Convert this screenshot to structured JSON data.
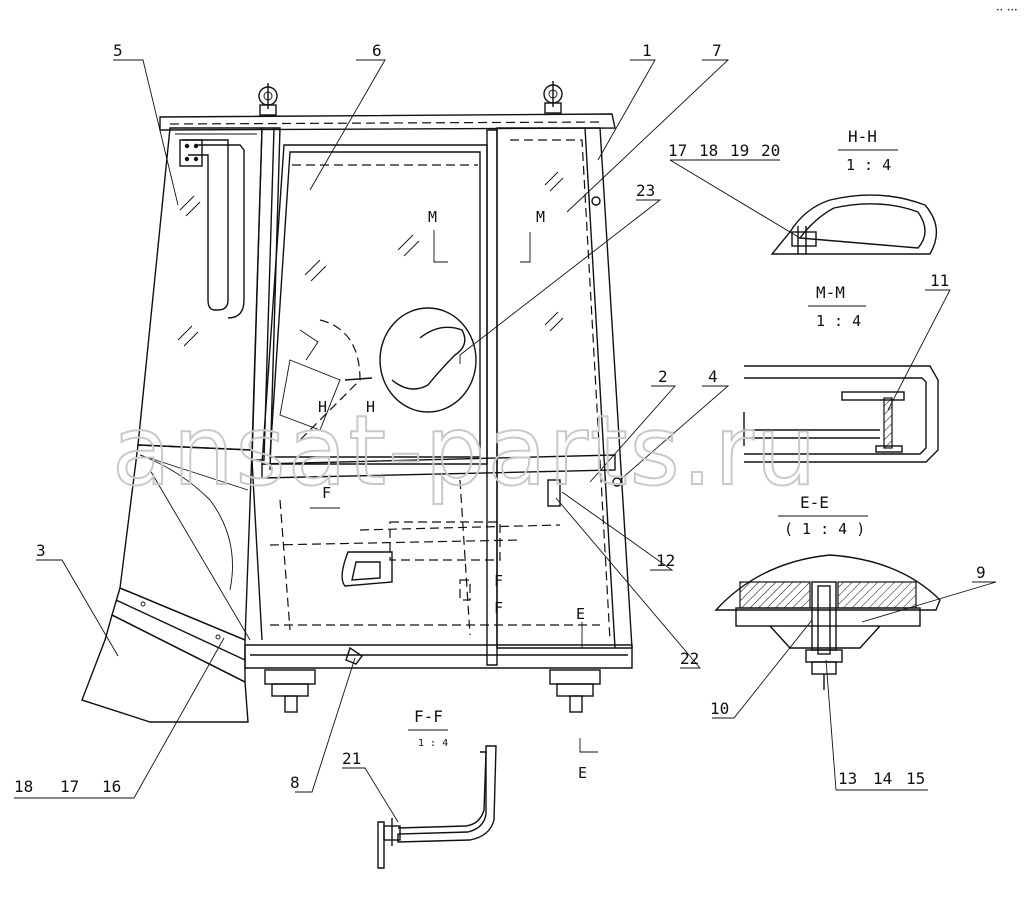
{
  "watermark": "ansat-parts.ru",
  "corner_mark": "•• •••",
  "sections": {
    "hh": {
      "title": "H-H",
      "scale": "1 : 4"
    },
    "mm": {
      "title": "M-M",
      "scale": "1 : 4"
    },
    "ee": {
      "title": "E-E",
      "scale": "( 1 : 4 )"
    },
    "ff": {
      "title": "F-F",
      "scale": "1 : 4"
    }
  },
  "cut_marks": {
    "m_left": "M",
    "m_right": "M",
    "h_left": "H",
    "h_right": "H",
    "f_left": "F",
    "f_mid": "F",
    "f_low": "F",
    "e_top": "E",
    "e_bottom": "E"
  },
  "callouts": {
    "c1": "1",
    "c2": "2",
    "c3": "3",
    "c4": "4",
    "c5": "5",
    "c6": "6",
    "c7": "7",
    "c8": "8",
    "c9": "9",
    "c10": "10",
    "c11": "11",
    "c12": "12",
    "c21": "21",
    "c22": "22",
    "c23": "23",
    "g_16_18": [
      "18",
      "17",
      "16"
    ],
    "g_17_20": [
      "17",
      "18",
      "19",
      "20"
    ],
    "g_13_15": [
      "13",
      "14",
      "15"
    ]
  }
}
